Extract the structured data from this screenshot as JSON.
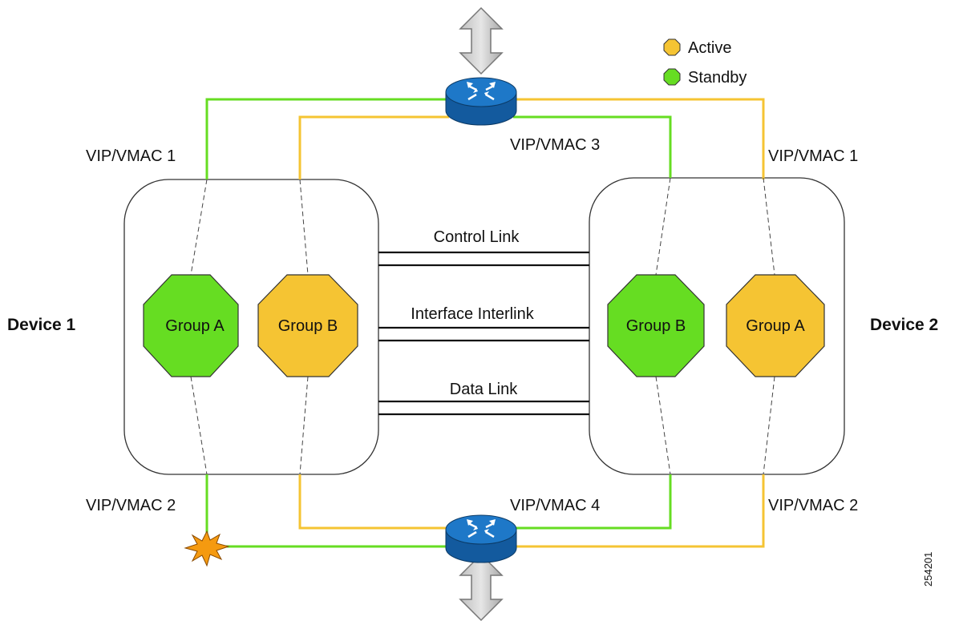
{
  "legend": {
    "active_label": "Active",
    "standby_label": "Standby",
    "active_color": "#F5C433",
    "standby_color": "#66DD22"
  },
  "devices": {
    "device1_label": "Device 1",
    "device2_label": "Device 2"
  },
  "groups": {
    "d1_group_a": "Group A",
    "d1_group_b": "Group B",
    "d2_group_b": "Group B",
    "d2_group_a": "Group A"
  },
  "links": {
    "control": "Control Link",
    "interface": "Interface Interlink",
    "data": "Data Link"
  },
  "vip_labels": {
    "left_top": "VIP/VMAC 1",
    "left_bottom": "VIP/VMAC 2",
    "router_top": "VIP/VMAC 3",
    "router_bottom": "VIP/VMAC 4",
    "right_top": "VIP/VMAC 1",
    "right_bottom": "VIP/VMAC 2"
  },
  "figure_id": "254201",
  "colors": {
    "router": "#1E78C8",
    "green_line": "#66DD22",
    "yellow_line": "#F5C433",
    "failure_burst": "#F59A10"
  }
}
